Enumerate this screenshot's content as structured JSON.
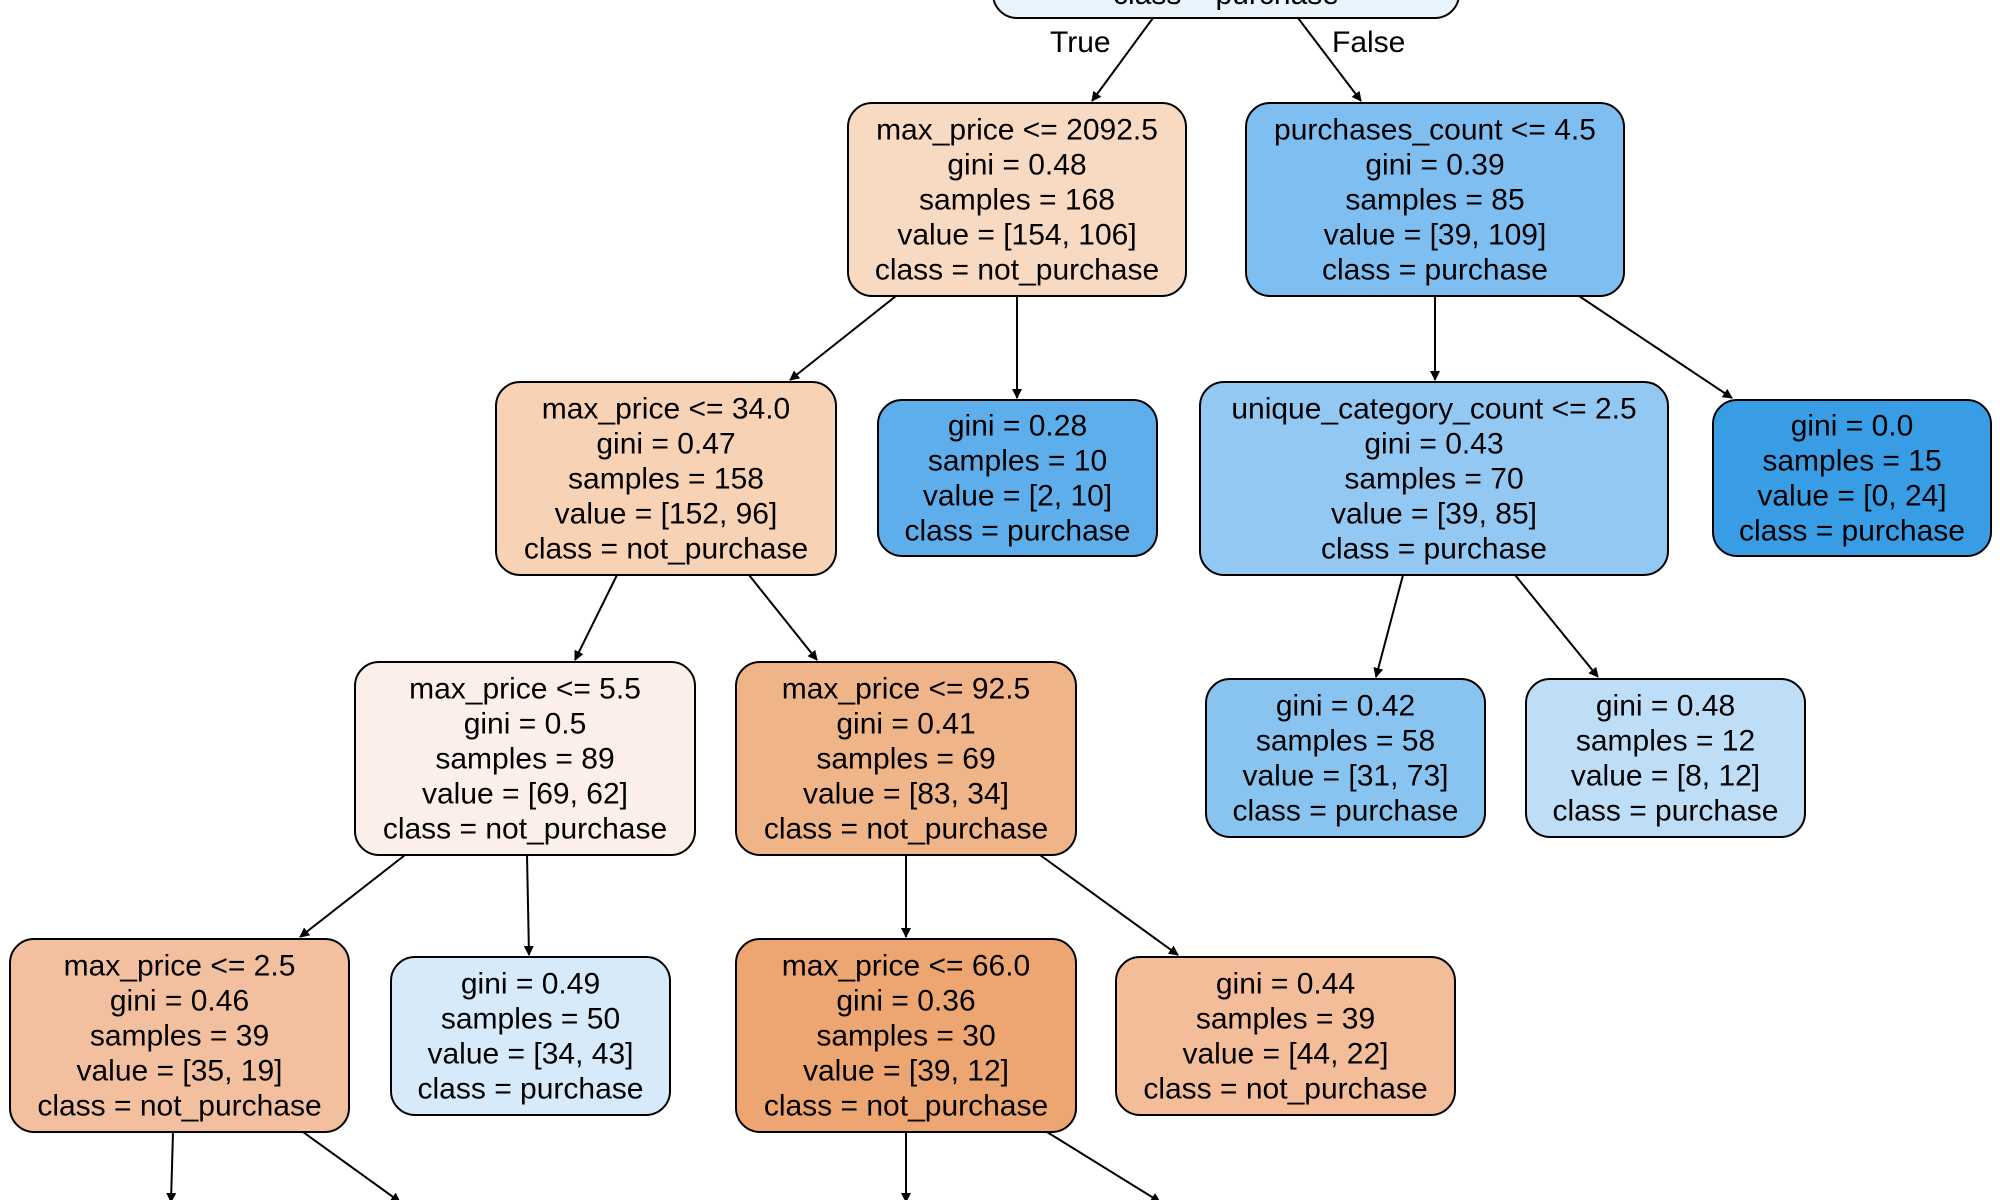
{
  "colors": {
    "blue_very_light": "#e9f4fc",
    "peach": "#f8d9c1",
    "peach_mid": "#f7d2b5",
    "peach_light": "#fcefe9",
    "orange_mid": "#f0b489",
    "orange_strong": "#eda672",
    "orange_soft": "#f2bd98",
    "orange_leaf": "#f3c09f",
    "blue_mid": "#7fbef0",
    "blue_leaf": "#5eaeeb",
    "blue_light": "#93c8f2",
    "blue_pure": "#399de5",
    "blue_leaf2": "#89c4f0",
    "blue_pale": "#bddef6",
    "blue_palest": "#d6eafa"
  },
  "edges": {
    "true_label": "True",
    "false_label": "False"
  },
  "nodes": [
    {
      "id": "root",
      "fill": "#e9f4fc",
      "lines": [
        "class = purchase"
      ]
    },
    {
      "id": "n1",
      "fill": "#f8d9c1",
      "lines": [
        "max_price <= 2092.5",
        "gini = 0.48",
        "samples = 168",
        "value = [154, 106]",
        "class = not_purchase"
      ]
    },
    {
      "id": "n2",
      "fill": "#7fbef0",
      "lines": [
        "purchases_count <= 4.5",
        "gini = 0.39",
        "samples = 85",
        "value = [39, 109]",
        "class = purchase"
      ]
    },
    {
      "id": "n3",
      "fill": "#f7d2b5",
      "lines": [
        "max_price <= 34.0",
        "gini = 0.47",
        "samples = 158",
        "value = [152, 96]",
        "class = not_purchase"
      ]
    },
    {
      "id": "n4",
      "fill": "#5eaeeb",
      "lines": [
        "gini = 0.28",
        "samples = 10",
        "value = [2, 10]",
        "class = purchase"
      ]
    },
    {
      "id": "n5",
      "fill": "#93c8f2",
      "lines": [
        "unique_category_count <= 2.5",
        "gini = 0.43",
        "samples = 70",
        "value = [39, 85]",
        "class = purchase"
      ]
    },
    {
      "id": "n6",
      "fill": "#399de5",
      "lines": [
        "gini = 0.0",
        "samples = 15",
        "value = [0, 24]",
        "class = purchase"
      ]
    },
    {
      "id": "n7",
      "fill": "#fcefe9",
      "lines": [
        "max_price <= 5.5",
        "gini = 0.5",
        "samples = 89",
        "value = [69, 62]",
        "class = not_purchase"
      ]
    },
    {
      "id": "n8",
      "fill": "#f0b489",
      "lines": [
        "max_price <= 92.5",
        "gini = 0.41",
        "samples = 69",
        "value = [83, 34]",
        "class = not_purchase"
      ]
    },
    {
      "id": "n9",
      "fill": "#89c4f0",
      "lines": [
        "gini = 0.42",
        "samples = 58",
        "value = [31, 73]",
        "class = purchase"
      ]
    },
    {
      "id": "n10",
      "fill": "#bddef6",
      "lines": [
        "gini = 0.48",
        "samples = 12",
        "value = [8, 12]",
        "class = purchase"
      ]
    },
    {
      "id": "n11",
      "fill": "#f3c09f",
      "lines": [
        "max_price <= 2.5",
        "gini = 0.46",
        "samples = 39",
        "value = [35, 19]",
        "class = not_purchase"
      ]
    },
    {
      "id": "n12",
      "fill": "#d6eafa",
      "lines": [
        "gini = 0.49",
        "samples = 50",
        "value = [34, 43]",
        "class = purchase"
      ]
    },
    {
      "id": "n13",
      "fill": "#eda672",
      "lines": [
        "max_price <= 66.0",
        "gini = 0.36",
        "samples = 30",
        "value = [39, 12]",
        "class = not_purchase"
      ]
    },
    {
      "id": "n14",
      "fill": "#f2bd98",
      "lines": [
        "gini = 0.44",
        "samples = 39",
        "value = [44, 22]",
        "class = not_purchase"
      ]
    }
  ]
}
